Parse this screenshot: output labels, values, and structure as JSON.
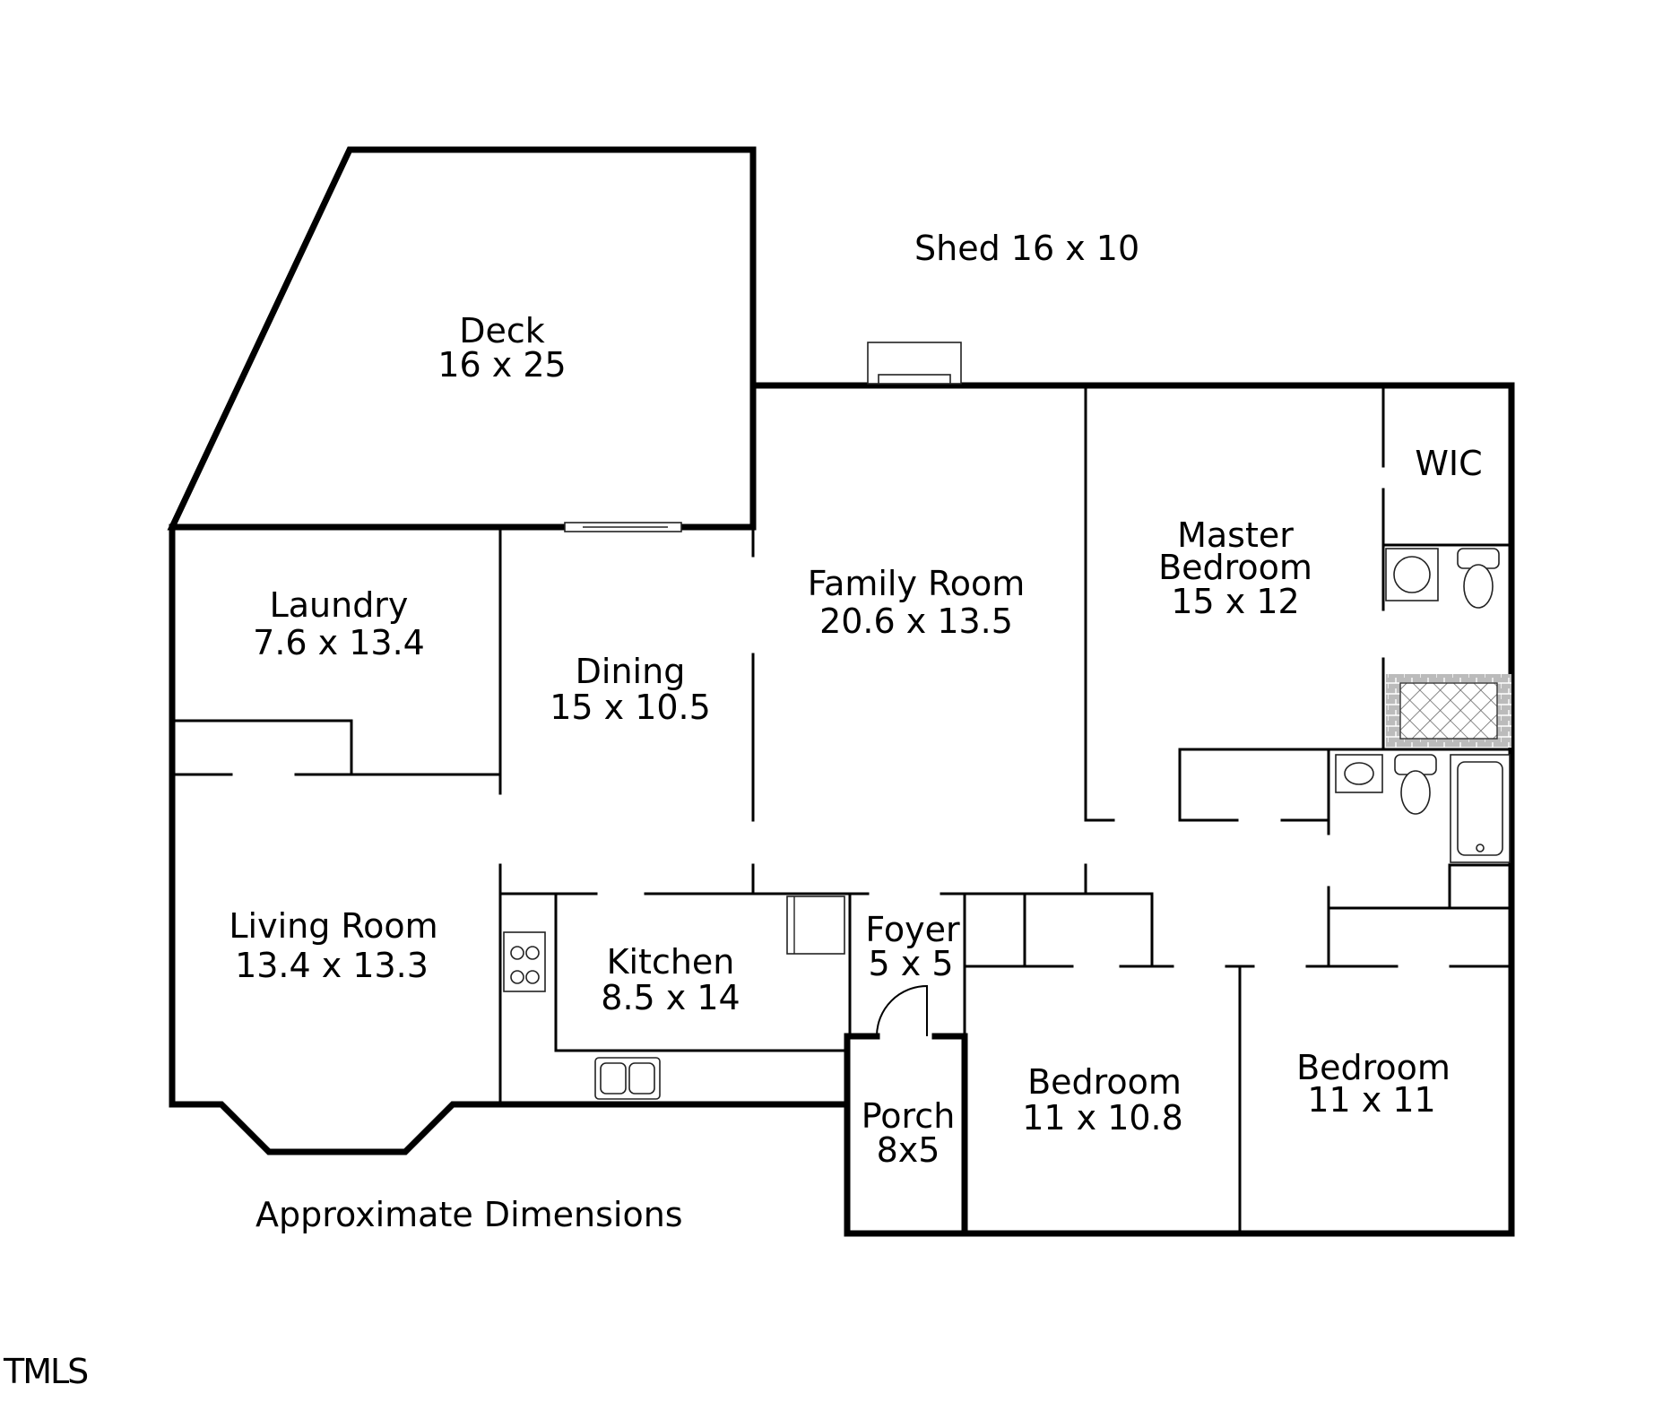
{
  "colors": {
    "wall": "#000000",
    "background": "#ffffff",
    "tile": "#cfcfcf"
  },
  "rooms": {
    "deck": {
      "name": "Deck",
      "size": "16 x 25"
    },
    "laundry": {
      "name": "Laundry",
      "size": "7.6 x 13.4"
    },
    "dining": {
      "name": "Dining",
      "size": "15 x 10.5"
    },
    "family_room": {
      "name": "Family Room",
      "size": "20.6 x 13.5"
    },
    "master_bedroom": {
      "name_line1": "Master",
      "name_line2": "Bedroom",
      "size": "15 x 12"
    },
    "wic": {
      "name": "WIC"
    },
    "living_room": {
      "name": "Living Room",
      "size": "13.4 x 13.3"
    },
    "kitchen": {
      "name": "Kitchen",
      "size": "8.5 x 14"
    },
    "foyer": {
      "name": "Foyer",
      "size": "5 x 5"
    },
    "porch": {
      "name": "Porch",
      "size": "8x5"
    },
    "bedroom_2": {
      "name": "Bedroom",
      "size": "11 x 10.8"
    },
    "bedroom_3": {
      "name": "Bedroom",
      "size": "11 x 11"
    }
  },
  "shed_label": "Shed 16 x 10",
  "footer_note": "Approximate Dimensions",
  "watermark": "TMLS",
  "icons": [
    "range-icon",
    "sink-icon",
    "toilet-icon",
    "bathtub-icon",
    "shower-icon",
    "fireplace-icon",
    "sliding-door-icon",
    "door-swing-icon"
  ]
}
